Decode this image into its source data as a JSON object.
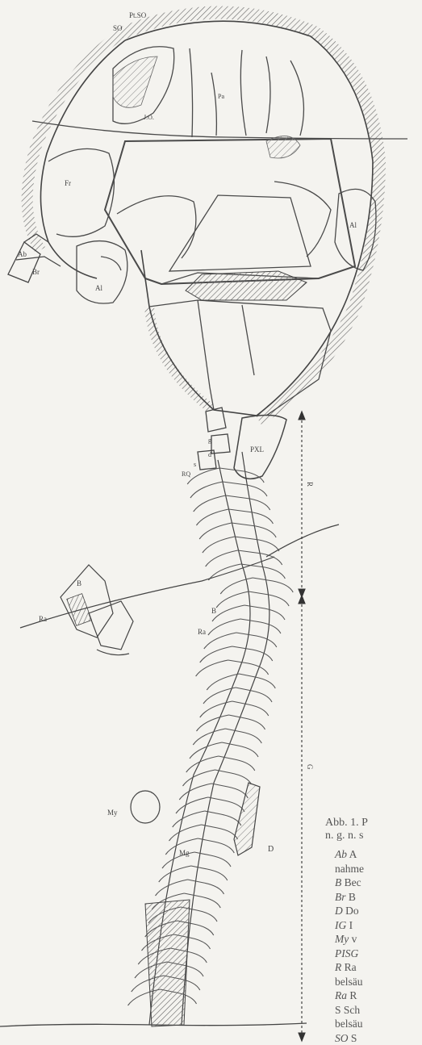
{
  "figure": {
    "labels": {
      "pt_so": "Pt.SO",
      "so": "SO",
      "jo": "J.O.",
      "pa": "Pa",
      "fr": "Fr",
      "ab": "Ab",
      "br": "Br",
      "al": "Al",
      "pxl": "PXL",
      "g_small": "g",
      "d_small": "d",
      "s_small": "s",
      "rq": "RQ",
      "r_vert": "R",
      "g_vert": "G",
      "b_left": "B",
      "ra_left": "Ra",
      "b_mid": "B",
      "ra_mid": "Ra",
      "my": "My",
      "mg": "Mg",
      "d_big": "D"
    }
  },
  "caption": {
    "title_line1": "Abb. 1. P",
    "title_line2": "n. g. n. s",
    "legend": [
      {
        "abbr": "Ab",
        "text": " A"
      },
      {
        "abbr": "",
        "text": "nahme"
      },
      {
        "abbr": "B",
        "text": " Bec"
      },
      {
        "abbr": "Br",
        "text": " B"
      },
      {
        "abbr": "D",
        "text": " Do"
      },
      {
        "abbr": "IG",
        "text": " I"
      },
      {
        "abbr": "My",
        "text": " v"
      },
      {
        "abbr": "PISG",
        "text": ""
      },
      {
        "abbr": "R",
        "text": " Ra"
      },
      {
        "abbr": "",
        "text": "belsäu"
      },
      {
        "abbr": "Ra",
        "text": " R"
      },
      {
        "abbr": "",
        "text": "S Sch"
      },
      {
        "abbr": "",
        "text": "belsäu"
      },
      {
        "abbr": "SO",
        "text": " S"
      }
    ]
  }
}
